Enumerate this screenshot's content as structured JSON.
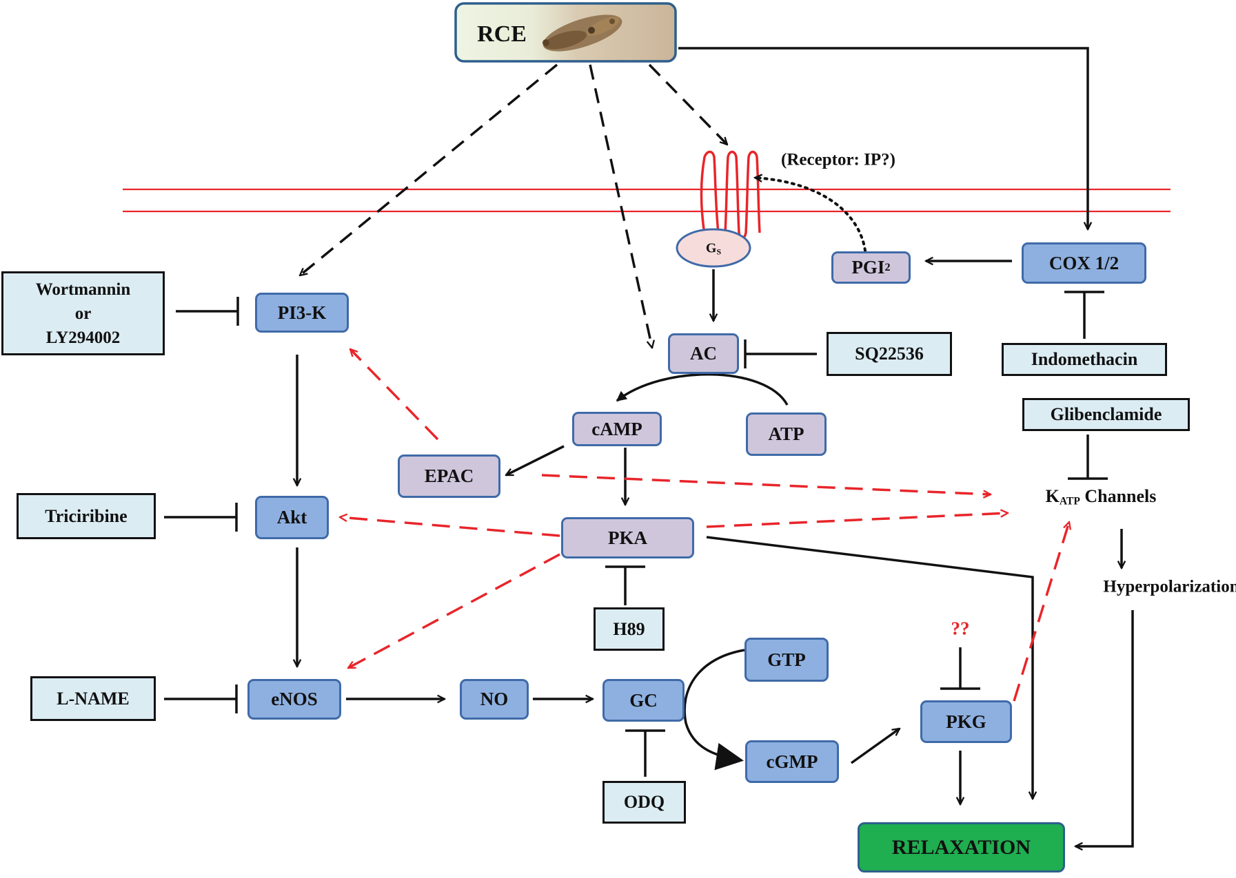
{
  "source": {
    "label": "RCE"
  },
  "membrane": {
    "receptor_label": "(Receptor: IP?)",
    "gs_label": "G",
    "gs_sub": "S"
  },
  "nodes": {
    "pi3k": "PI3-K",
    "akt": "Akt",
    "enos": "eNOS",
    "no": "NO",
    "gc": "GC",
    "gtp": "GTP",
    "cgmp": "cGMP",
    "pkg": "PKG",
    "ac": "AC",
    "camp": "cAMP",
    "atp": "ATP",
    "epac": "EPAC",
    "pka": "PKA",
    "cox": "COX 1/2",
    "pgi2": "PGI",
    "pgi2_sub": "2",
    "relaxation": "RELAXATION"
  },
  "inhibitors": {
    "wortmannin_line1": "Wortmannin",
    "wortmannin_line2": "or",
    "wortmannin_line3": "LY294002",
    "triciribine": "Triciribine",
    "lname": "L-NAME",
    "sq": "SQ22536",
    "h89": "H89",
    "odq": "ODQ",
    "indomethacin": "Indomethacin",
    "glibenclamide": "Glibenclamide"
  },
  "labels": {
    "katp_k": "K",
    "katp_sub": "ATP",
    "katp_rest": " Channels",
    "hyperpolarization": "Hyperpolarization",
    "unknown": "??"
  },
  "colors": {
    "activator_box": "#8eb0e0",
    "camp_pathway_box": "#cfc6dc",
    "inhibitor_box": "#dcecf3",
    "relaxation_box": "#1fae50",
    "membrane": "#e8252a",
    "red_dashed": "#e8252a"
  }
}
